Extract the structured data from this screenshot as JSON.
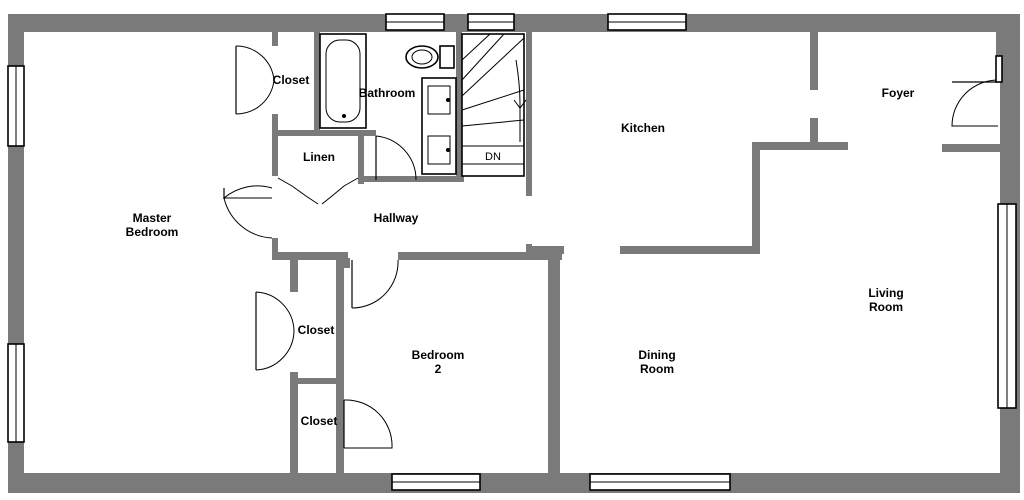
{
  "rooms": {
    "master_bedroom": [
      "Master",
      "Bedroom"
    ],
    "closet_master": "Closet",
    "bathroom": "Bathroom",
    "linen": "Linen",
    "hallway": "Hallway",
    "stair": "DN",
    "kitchen": "Kitchen",
    "foyer": "Foyer",
    "living_room": [
      "Living",
      "Room"
    ],
    "closet_middle": "Closet",
    "closet_lower": "Closet",
    "bedroom2": [
      "Bedroom",
      "2"
    ],
    "dining_room": [
      "Dining",
      "Room"
    ]
  },
  "colors": {
    "wall": "#7a7a7a",
    "line": "#000000",
    "background": "#ffffff"
  }
}
